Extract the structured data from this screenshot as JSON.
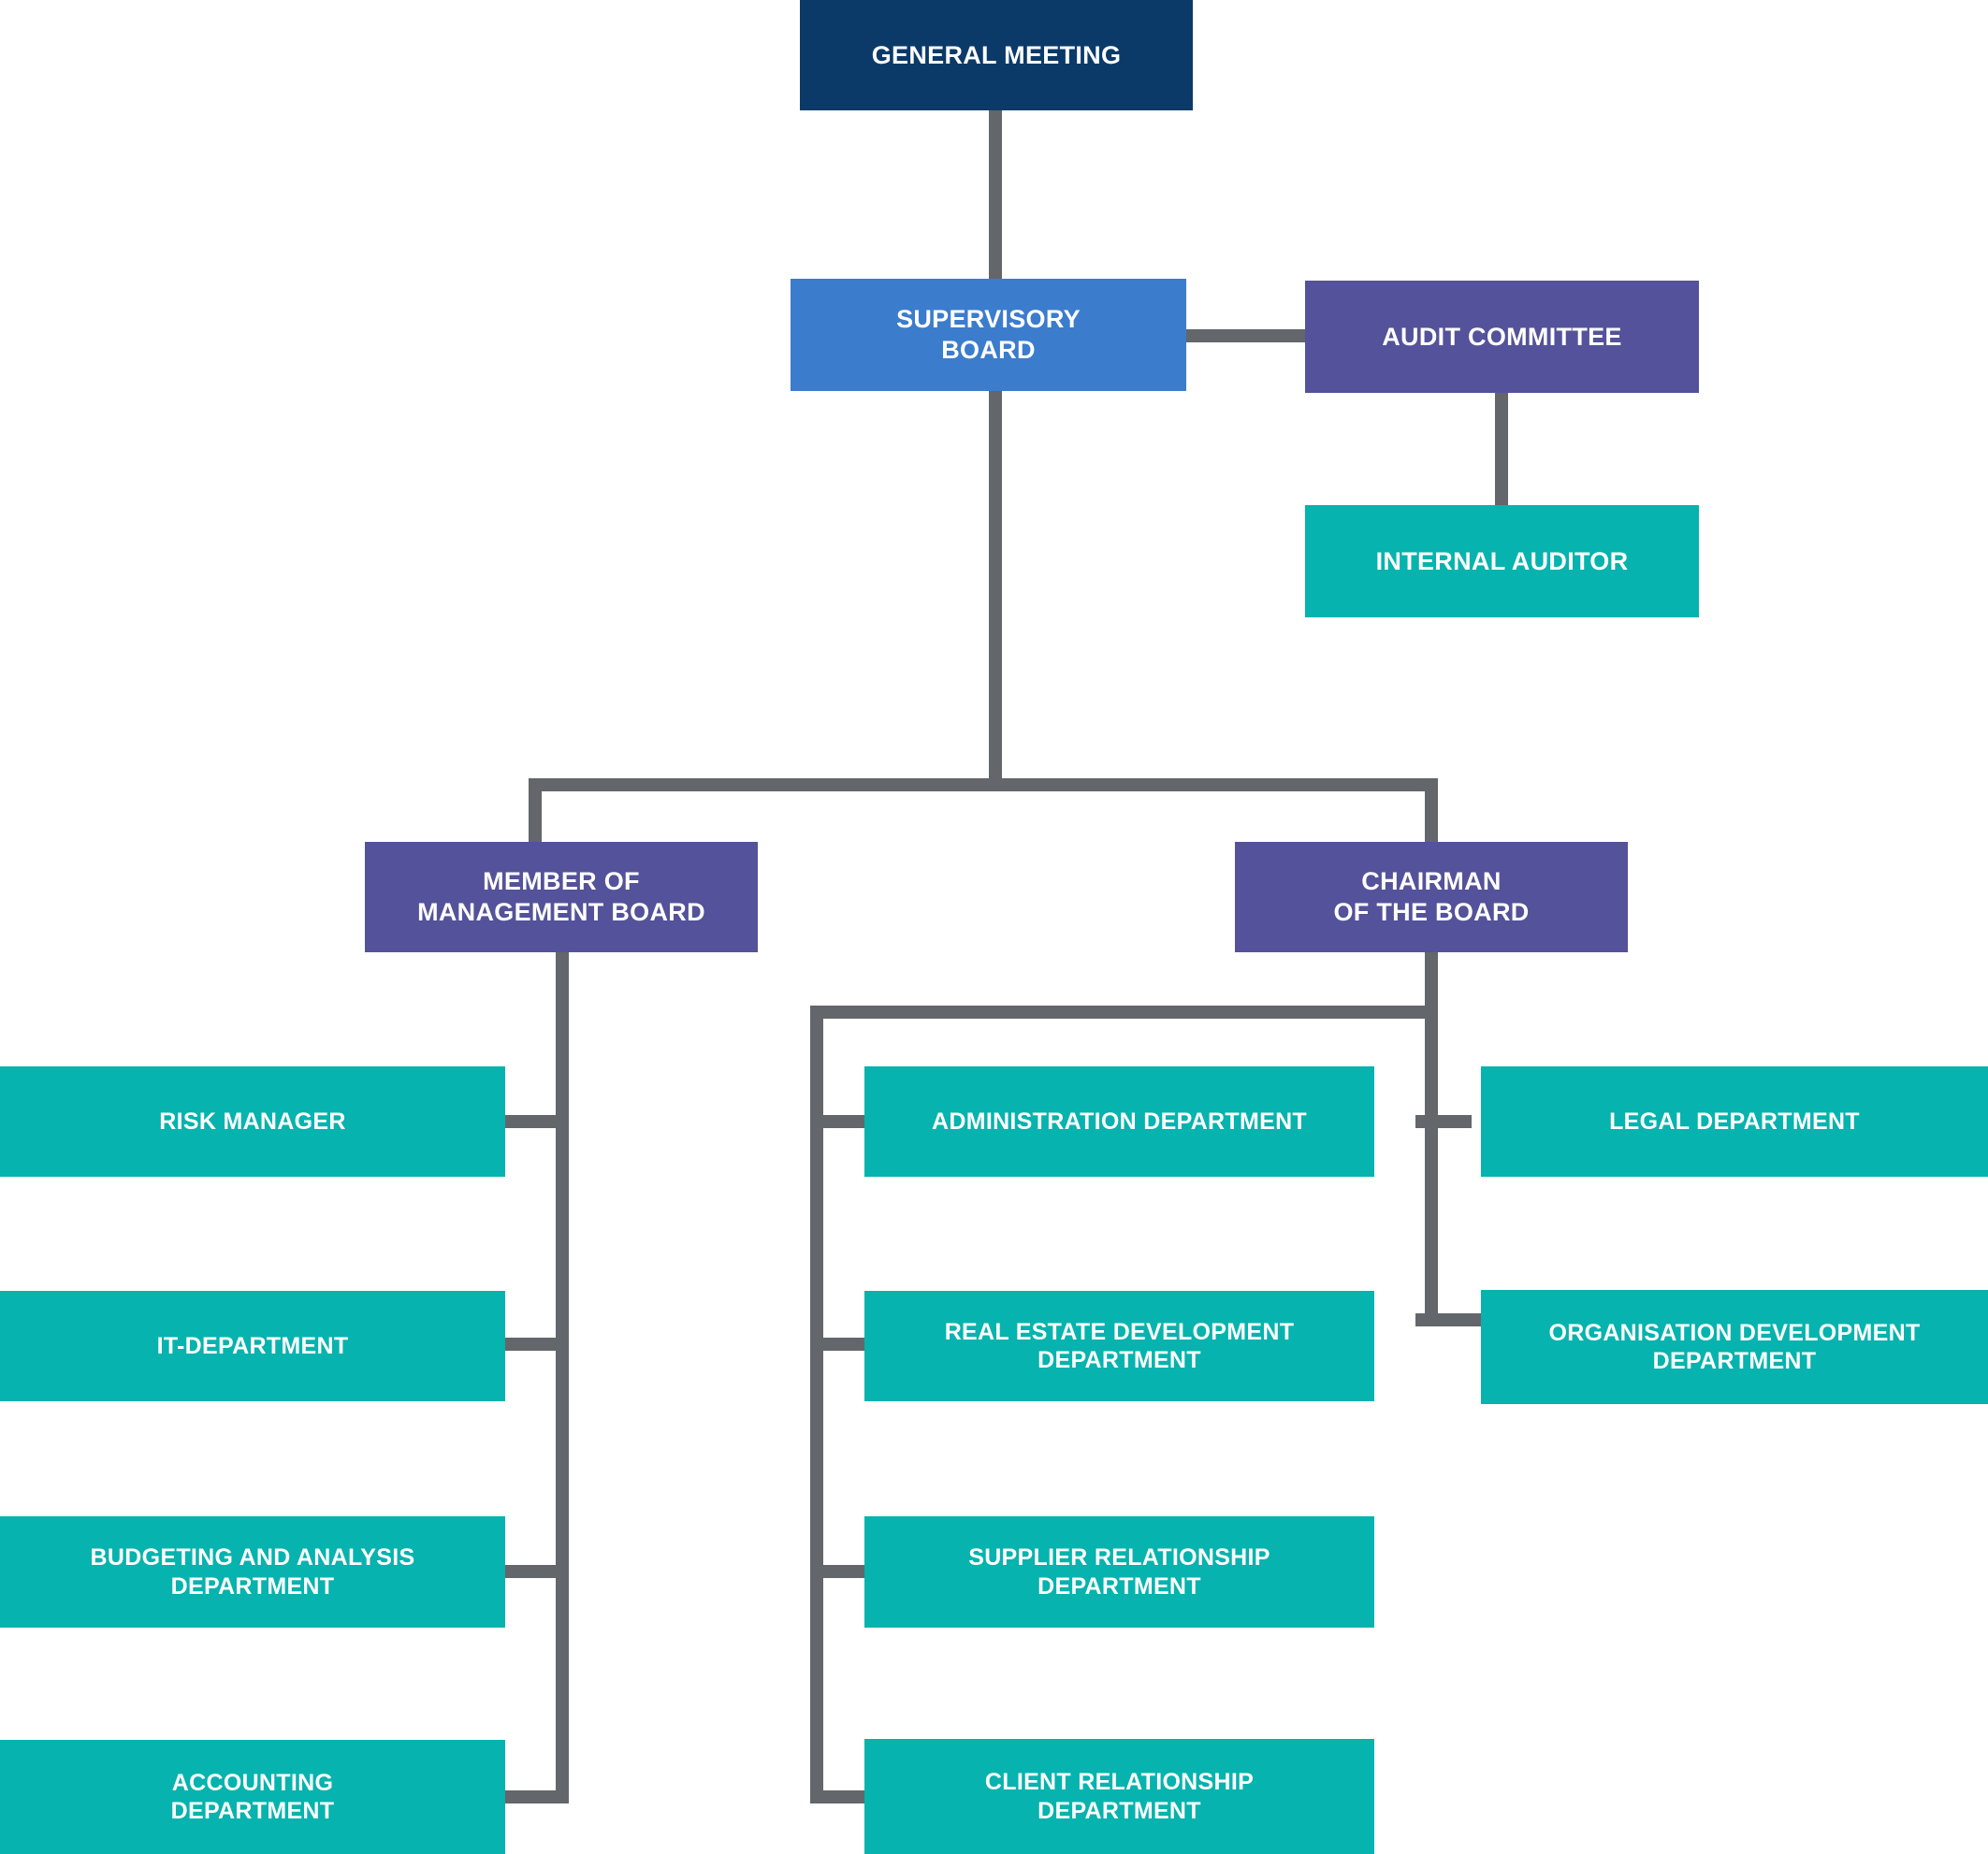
{
  "chart_data": {
    "type": "diagram",
    "title": "Corporate Governance Organisational Structure",
    "diagram_kind": "organisation-chart",
    "colors": {
      "navy": "#0b3a68",
      "blue": "#3c7ccd",
      "purple": "#54529a",
      "teal": "#06b3ae",
      "connector": "#63666a",
      "text": "#ffffff",
      "background": "#ffffff"
    },
    "nodes": [
      {
        "id": "general-meeting",
        "label": "GENERAL MEETING",
        "level": 1,
        "color": "#0b3a68"
      },
      {
        "id": "supervisory-board",
        "label": "SUPERVISORY\nBOARD",
        "level": 2,
        "color": "#3c7ccd"
      },
      {
        "id": "audit-committee",
        "label": "AUDIT COMMITTEE",
        "level": 2,
        "color": "#54529a"
      },
      {
        "id": "internal-auditor",
        "label": "INTERNAL AUDITOR",
        "level": 3,
        "color": "#06b3ae"
      },
      {
        "id": "member-of-management-board",
        "label": "MEMBER OF\nMANAGEMENT BOARD",
        "level": 3,
        "color": "#54529a"
      },
      {
        "id": "chairman-of-the-board",
        "label": "CHAIRMAN\nOF THE BOARD",
        "level": 3,
        "color": "#54529a"
      },
      {
        "id": "risk-manager",
        "label": "RISK MANAGER",
        "level": 4,
        "color": "#06b3ae"
      },
      {
        "id": "it-department",
        "label": "IT-DEPARTMENT",
        "level": 4,
        "color": "#06b3ae"
      },
      {
        "id": "budgeting-and-analysis-department",
        "label": "BUDGETING AND ANALYSIS\nDEPARTMENT",
        "level": 4,
        "color": "#06b3ae"
      },
      {
        "id": "accounting-department",
        "label": "ACCOUNTING\nDEPARTMENT",
        "level": 4,
        "color": "#06b3ae"
      },
      {
        "id": "administration-department",
        "label": "ADMINISTRATION DEPARTMENT",
        "level": 4,
        "color": "#06b3ae"
      },
      {
        "id": "real-estate-development-department",
        "label": "REAL ESTATE DEVELOPMENT\nDEPARTMENT",
        "level": 4,
        "color": "#06b3ae"
      },
      {
        "id": "supplier-relationship-department",
        "label": "SUPPLIER RELATIONSHIP\nDEPARTMENT",
        "level": 4,
        "color": "#06b3ae"
      },
      {
        "id": "client-relationship-department",
        "label": "CLIENT RELATIONSHIP\nDEPARTMENT",
        "level": 4,
        "color": "#06b3ae"
      },
      {
        "id": "legal-department",
        "label": "LEGAL DEPARTMENT",
        "level": 4,
        "color": "#06b3ae"
      },
      {
        "id": "organisation-development-department",
        "label": "ORGANISATION DEVELOPMENT\nDEPARTMENT",
        "level": 4,
        "color": "#06b3ae"
      }
    ],
    "edges": [
      {
        "from": "general-meeting",
        "to": "supervisory-board"
      },
      {
        "from": "supervisory-board",
        "to": "audit-committee"
      },
      {
        "from": "audit-committee",
        "to": "internal-auditor"
      },
      {
        "from": "supervisory-board",
        "to": "member-of-management-board"
      },
      {
        "from": "supervisory-board",
        "to": "chairman-of-the-board"
      },
      {
        "from": "member-of-management-board",
        "to": "risk-manager"
      },
      {
        "from": "member-of-management-board",
        "to": "it-department"
      },
      {
        "from": "member-of-management-board",
        "to": "budgeting-and-analysis-department"
      },
      {
        "from": "member-of-management-board",
        "to": "accounting-department"
      },
      {
        "from": "chairman-of-the-board",
        "to": "administration-department"
      },
      {
        "from": "chairman-of-the-board",
        "to": "real-estate-development-department"
      },
      {
        "from": "chairman-of-the-board",
        "to": "supplier-relationship-department"
      },
      {
        "from": "chairman-of-the-board",
        "to": "client-relationship-department"
      },
      {
        "from": "chairman-of-the-board",
        "to": "legal-department"
      },
      {
        "from": "chairman-of-the-board",
        "to": "organisation-development-department"
      }
    ]
  },
  "boxes": {
    "general_meeting": "GENERAL MEETING",
    "supervisory_board": "SUPERVISORY\nBOARD",
    "audit_committee": "AUDIT COMMITTEE",
    "internal_auditor": "INTERNAL AUDITOR",
    "member_of_management_board": "MEMBER OF\nMANAGEMENT BOARD",
    "chairman_of_the_board": "CHAIRMAN\nOF THE BOARD",
    "risk_manager": "RISK MANAGER",
    "it_department": "IT-DEPARTMENT",
    "budgeting_and_analysis_department": "BUDGETING AND ANALYSIS\nDEPARTMENT",
    "accounting_department": "ACCOUNTING\nDEPARTMENT",
    "administration_department": "ADMINISTRATION DEPARTMENT",
    "real_estate_development_department": "REAL ESTATE DEVELOPMENT\nDEPARTMENT",
    "supplier_relationship_department": "SUPPLIER RELATIONSHIP\nDEPARTMENT",
    "client_relationship_department": "CLIENT RELATIONSHIP\nDEPARTMENT",
    "legal_department": "LEGAL DEPARTMENT",
    "organisation_development_department": "ORGANISATION DEVELOPMENT\nDEPARTMENT"
  }
}
